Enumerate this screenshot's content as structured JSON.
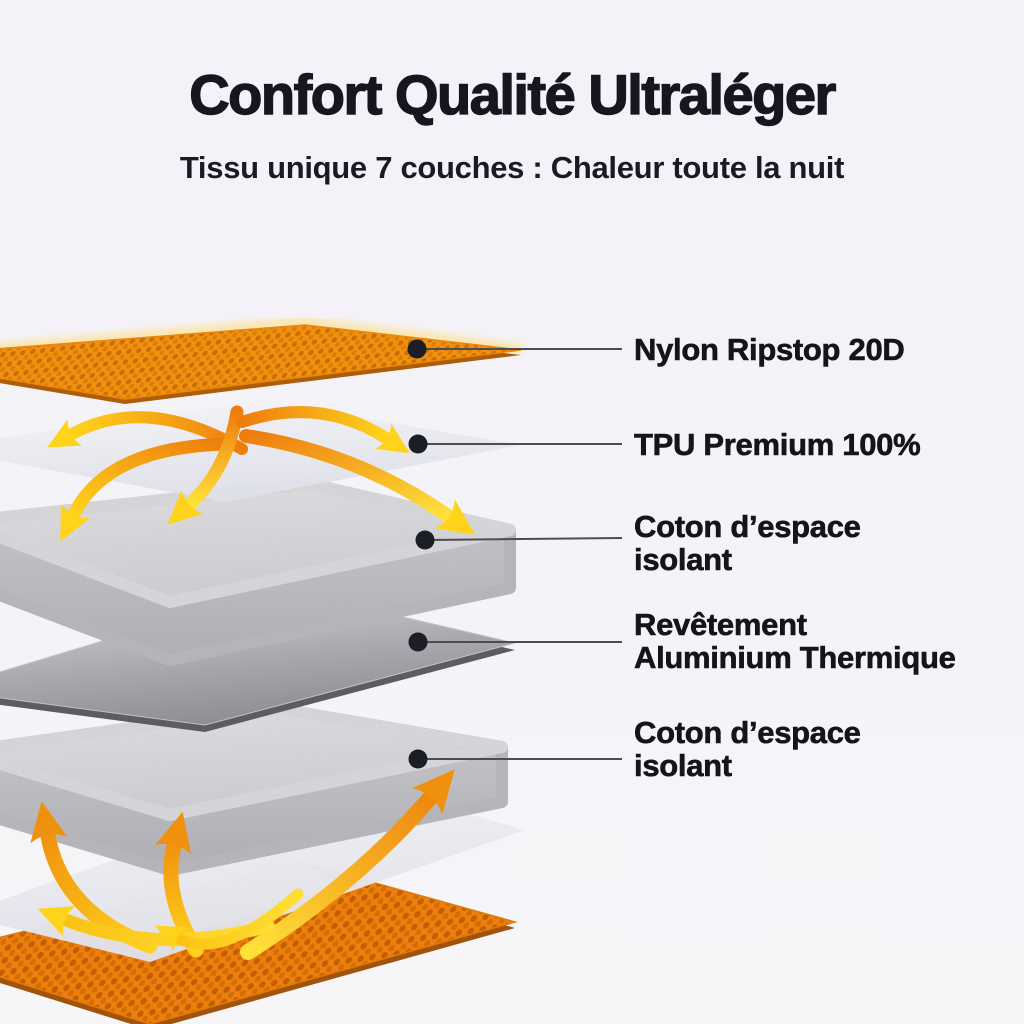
{
  "header": {
    "title": "Confort Qualité Ultraléger",
    "subtitle": "Tissu unique 7 couches : Chaleur toute la nuit"
  },
  "layers": [
    {
      "label": "Nylon Ripstop 20D"
    },
    {
      "label": "TPU Premium 100%"
    },
    {
      "label": "Coton d’espace\nisolant"
    },
    {
      "label": "Revêtement\nAluminium Thermique"
    },
    {
      "label": "Coton d’espace\nisolant"
    }
  ],
  "colors": {
    "background": "#f3f2f8",
    "text": "#16161e",
    "mesh_orange": "#f0920f",
    "mesh_cell_dark": "#cd6b05",
    "arrow_orange": "#ee7d0e",
    "arrow_yellow": "#ffd31c",
    "foam_gray": "#dcdcdf",
    "aluminum_gray": "#9a9aa0",
    "tan_patch": "#ebd7a2",
    "connector": "#4c4c52"
  }
}
